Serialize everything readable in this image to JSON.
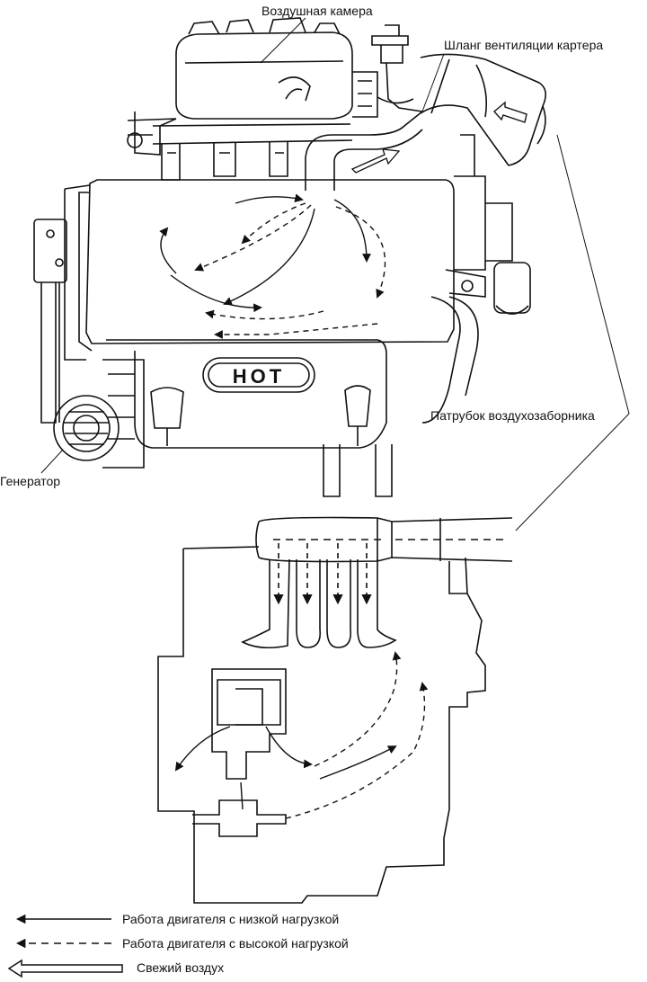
{
  "labels": {
    "air_chamber": "Воздушная камера",
    "crankcase_hose": "Шланг вентиляции картера",
    "intake_pipe": "Патрубок воздухозаборника",
    "generator": "Генератор",
    "hot_plate": "HOT"
  },
  "legend": {
    "low_load": "Работа двигателя с низкой нагрузкой",
    "high_load": "Работа двигателя с высокой нагрузкой",
    "fresh_air": "Свежий воздух"
  },
  "colors": {
    "ink": "#111111",
    "background": "#ffffff"
  }
}
